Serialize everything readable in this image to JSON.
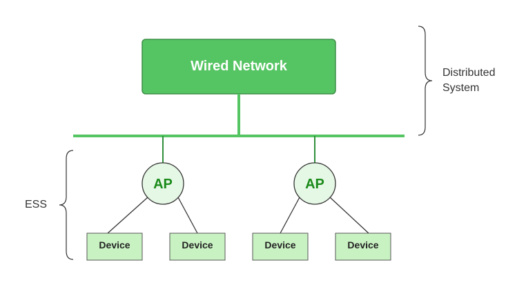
{
  "diagram": {
    "wired_network": {
      "label": "Wired Network",
      "fill": "#55c462",
      "stroke": "#3d8f47"
    },
    "backbone_color": "#55c462",
    "access_points": [
      {
        "label": "AP",
        "devices": [
          "Device",
          "Device"
        ]
      },
      {
        "label": "AP",
        "devices": [
          "Device",
          "Device"
        ]
      }
    ],
    "ap_style": {
      "fill": "#e5f7e5",
      "stroke": "#333333",
      "text_color": "#1a8a1a"
    },
    "device_style": {
      "fill": "#c9f2c3",
      "stroke": "#555555"
    },
    "distributed_system": {
      "line1": "Distributed",
      "line2": "System"
    },
    "ess": {
      "label": "ESS"
    }
  }
}
